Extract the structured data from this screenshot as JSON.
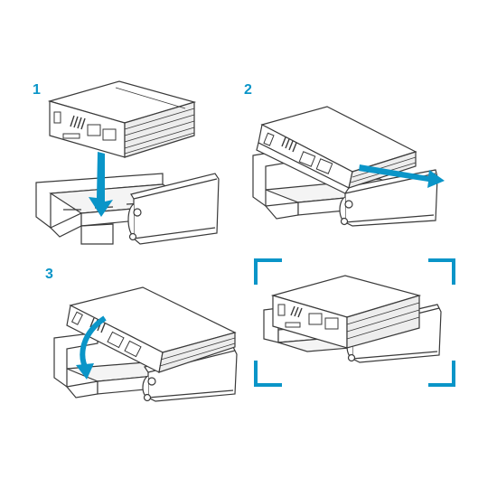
{
  "steps": [
    {
      "number": "1"
    },
    {
      "number": "2"
    },
    {
      "number": "3"
    }
  ],
  "colors": {
    "accent": "#0a95c8",
    "line": "#3a3a3a",
    "housing": "#ffffff",
    "shade": "#ededed"
  },
  "icons": {
    "arrow_step1": "arrow-down-icon",
    "arrow_step2": "arrow-right-icon",
    "arrow_step3": "arrow-curved-down-icon",
    "focus_frame": "corner-bracket-icon"
  }
}
